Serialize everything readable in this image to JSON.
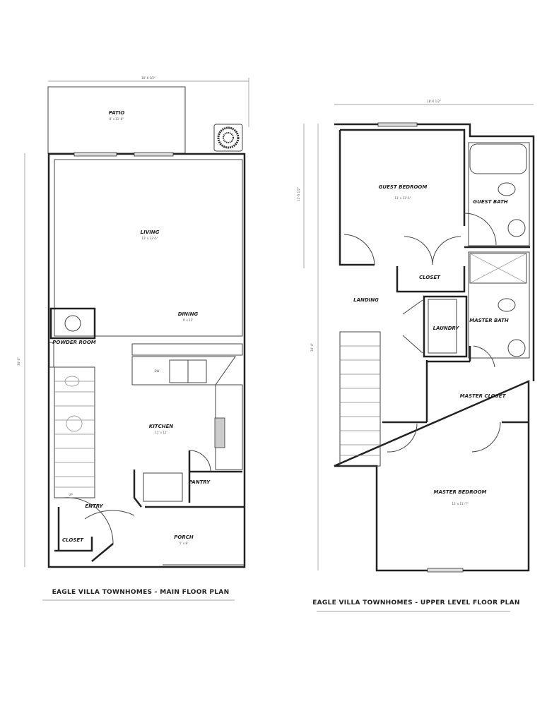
{
  "main_floor": {
    "title": "EAGLE VILLA TOWNHOMES - MAIN FLOOR PLAN",
    "overall_width": "18'-6 1/2\"",
    "overall_depth": "34'-0\"",
    "rooms": {
      "patio": {
        "name": "PATIO",
        "size": "8' x 11'-8\""
      },
      "living": {
        "name": "LIVING",
        "size": "13' x 13'-5\""
      },
      "dining": {
        "name": "DINING",
        "size": "9' x 12'"
      },
      "powder_room": {
        "name": "POWDER ROOM"
      },
      "kitchen": {
        "name": "KITCHEN",
        "size": "11' x 12'"
      },
      "pantry": {
        "name": "PANTRY"
      },
      "entry": {
        "name": "ENTRY"
      },
      "closet": {
        "name": "CLOSET"
      },
      "porch": {
        "name": "PORCH",
        "size": "5' x 8'"
      }
    },
    "dw_label": "DW",
    "stair_label": "UP"
  },
  "upper_floor": {
    "title": "EAGLE VILLA TOWNHOMES - UPPER LEVEL FLOOR PLAN",
    "overall_width": "18'-6 1/2\"",
    "overall_depth": "34'-4\"",
    "guest_depth": "11'-5 1/2\"",
    "rooms": {
      "guest_bedroom": {
        "name": "GUEST BEDROOM",
        "size": "11' x 13'-5\""
      },
      "guest_bath": {
        "name": "GUEST BATH"
      },
      "closet": {
        "name": "CLOSET"
      },
      "landing": {
        "name": "LANDING"
      },
      "laundry": {
        "name": "LAUNDRY"
      },
      "master_bath": {
        "name": "MASTER BATH"
      },
      "master_closet": {
        "name": "MASTER CLOSET"
      },
      "master_bedroom": {
        "name": "MASTER BEDROOM",
        "size": "13' x 11'-7\""
      }
    }
  }
}
